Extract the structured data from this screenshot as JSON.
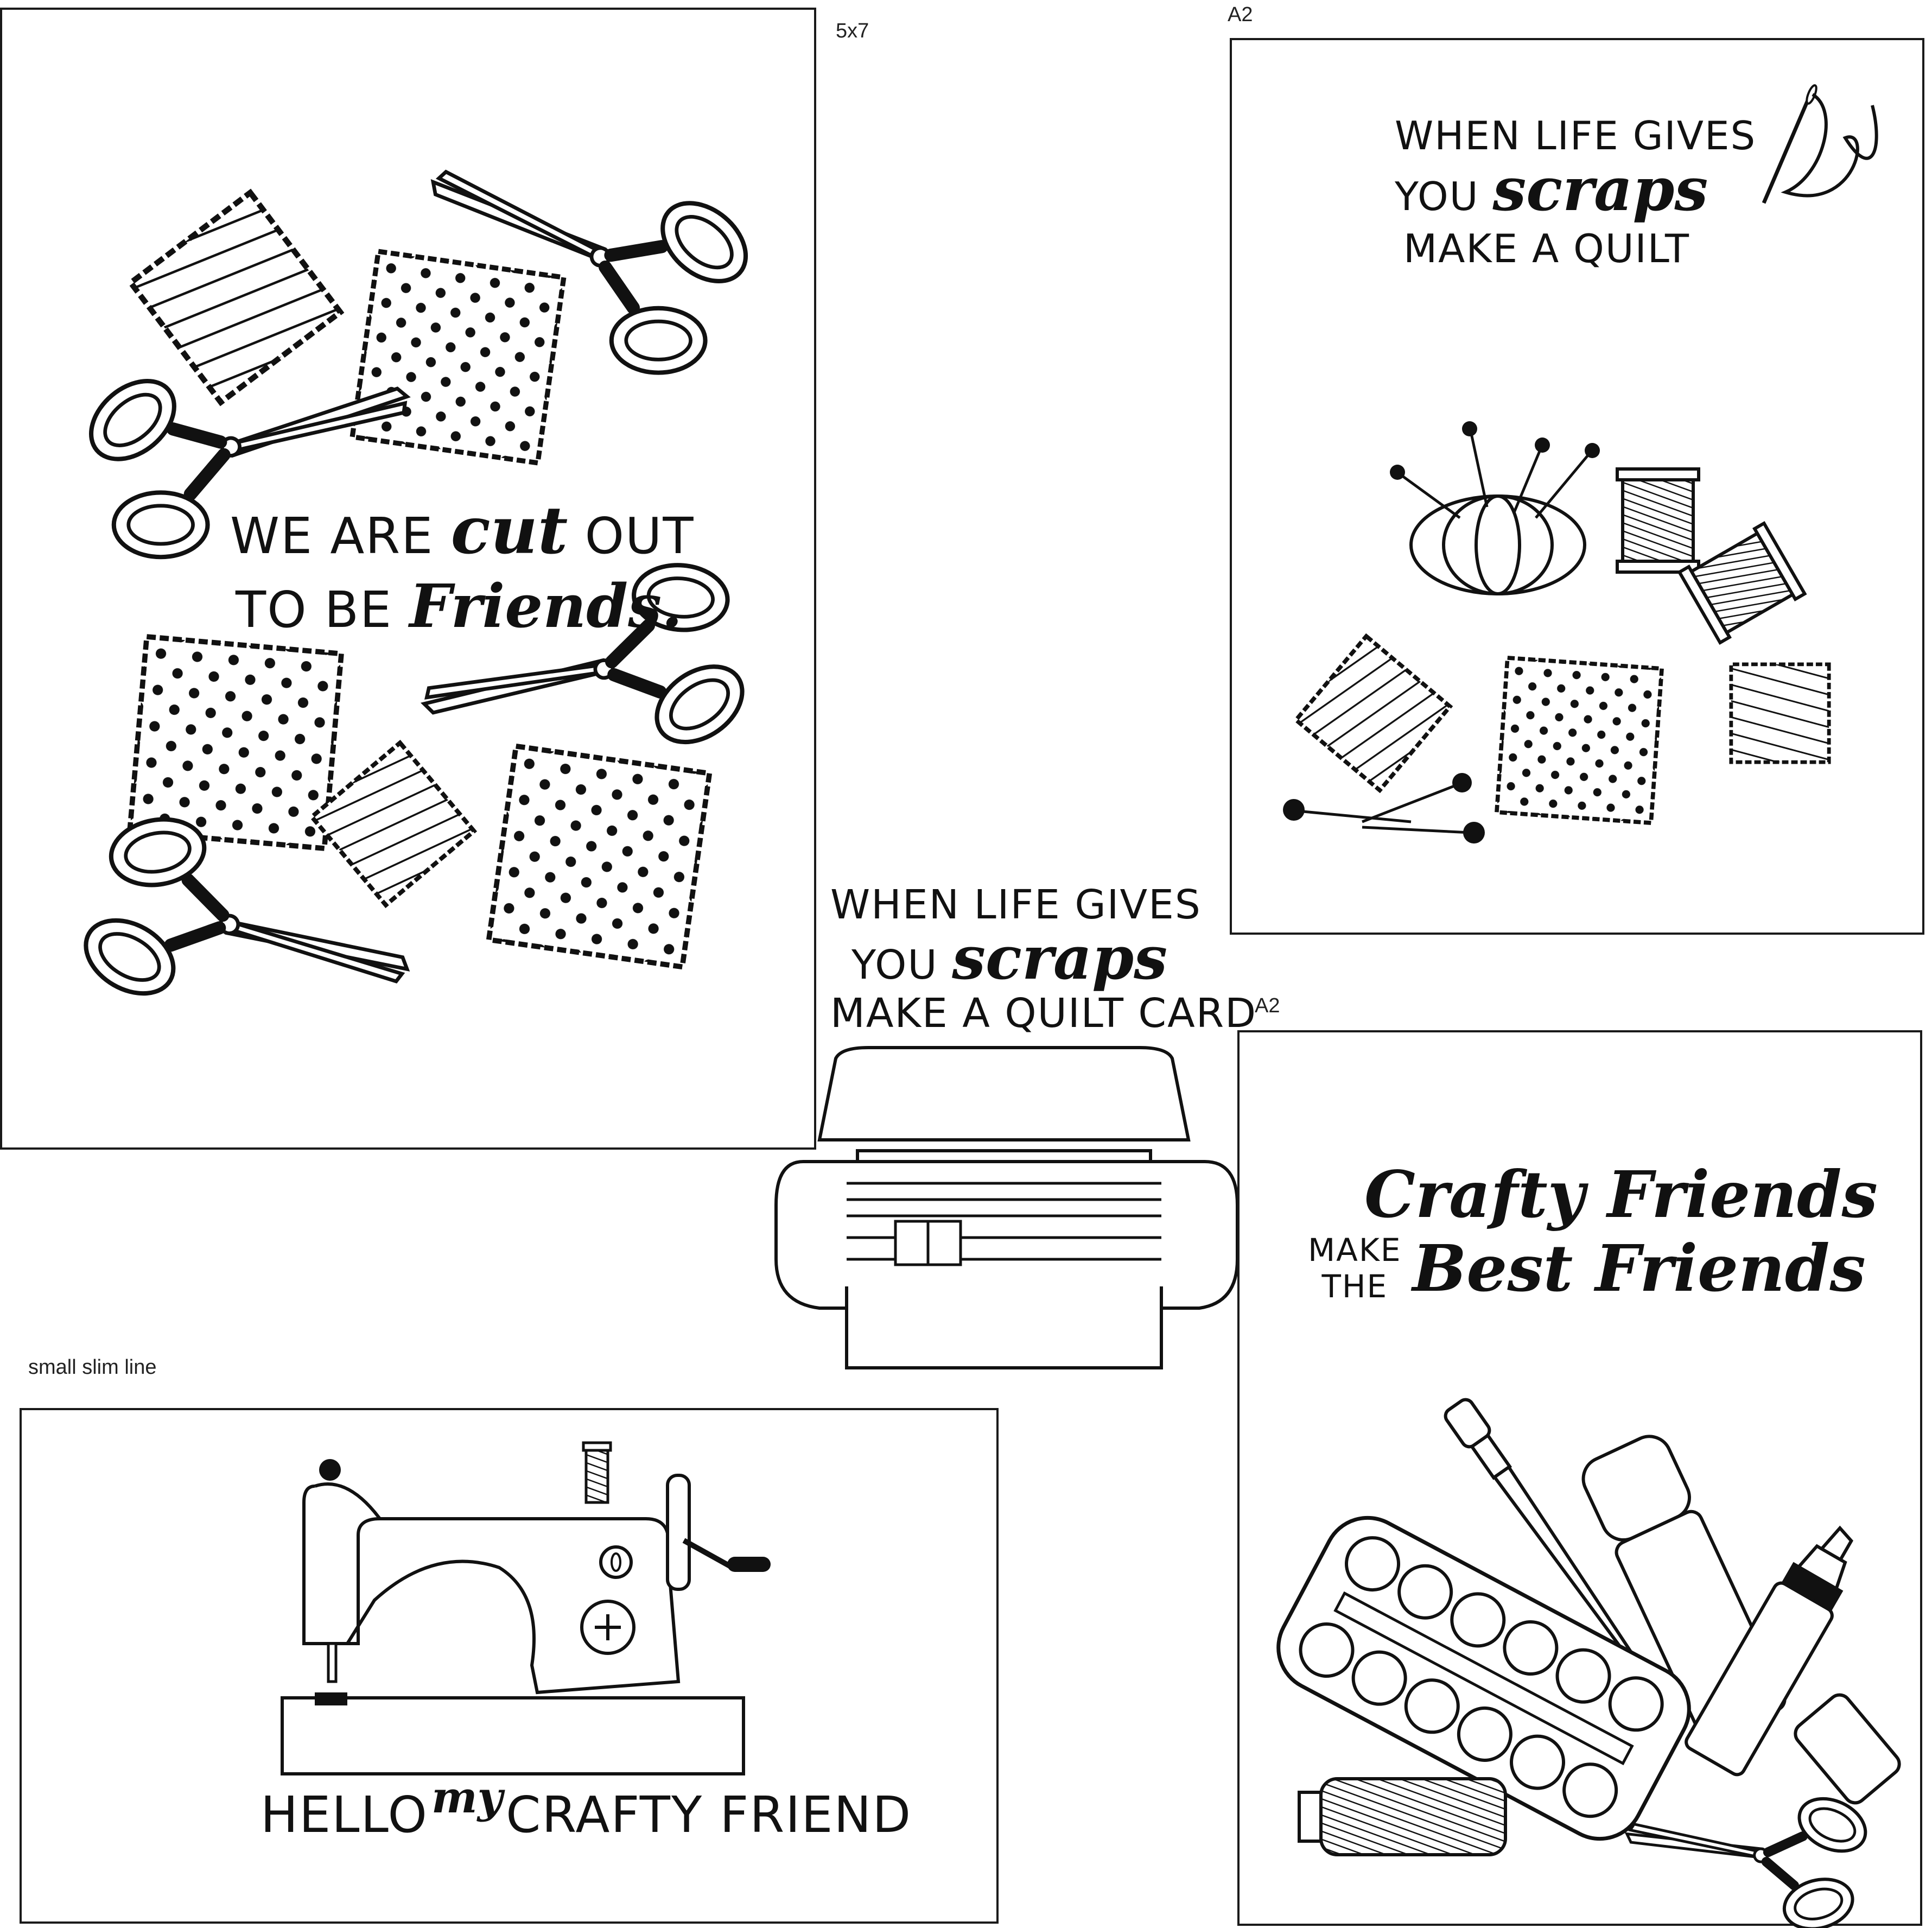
{
  "labels": {
    "card_5x7": "5x7",
    "card_a2_top": "A2",
    "card_a2_bottom": "A2",
    "card_slimline": "small slim line"
  },
  "card_5x7": {
    "line1_a": "WE ARE",
    "line1_script": "cut",
    "line1_b": "OUT",
    "line2_a": "TO BE",
    "line2_script": "Friends."
  },
  "card_a2_top": {
    "line1": "WHEN LIFE GIVES",
    "line2_a": "YOU",
    "line2_script": "scraps",
    "line3": "MAKE A QUILT"
  },
  "center_title": {
    "line1": "WHEN LIFE GIVES",
    "line2_a": "YOU",
    "line2_script": "scraps",
    "line3": "MAKE A QUILT  CARD"
  },
  "card_a2_bottom": {
    "line1_script": "Crafty Friends",
    "line2_a": "MAKE",
    "line2_b": "THE",
    "line2_script": "Best Friends"
  },
  "card_slimline": {
    "line_a": "HELLO",
    "line_script": "my",
    "line_b": "CRAFTY FRIEND"
  },
  "colors": {
    "ink": "#111111",
    "paper": "#ffffff",
    "border": "#1a1a1a"
  },
  "icons": [
    "scissors-icon",
    "striped-fabric-icon",
    "polka-dot-fabric-icon",
    "pincushion-icon",
    "thread-spool-icon",
    "needle-icon",
    "sewing-pin-icon",
    "cutting-machine-icon",
    "sewing-machine-icon",
    "paint-palette-icon",
    "paintbrush-icon",
    "glue-stick-icon",
    "marker-icon"
  ]
}
